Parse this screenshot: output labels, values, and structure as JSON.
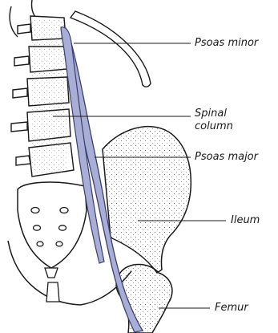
{
  "figure": {
    "labels": {
      "psoas_minor": "Psoas minor",
      "spinal_column": "Spinal\ncolumn",
      "psoas_major": "Psoas major",
      "ileum": "Ileum",
      "femur": "Femur"
    },
    "colors": {
      "muscle": "#a9aed6",
      "muscle_stroke": "#3a3f6e",
      "bone_stroke": "#1a1a1a",
      "leader": "#1a1a1a"
    }
  }
}
